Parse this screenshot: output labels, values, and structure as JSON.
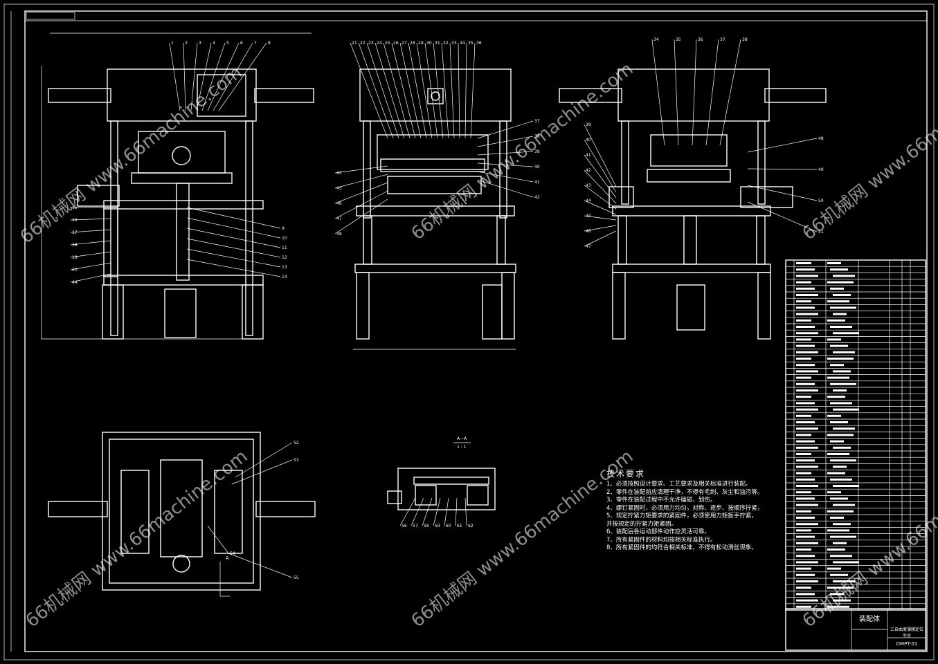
{
  "watermark": "66机械网 www.66machine.com",
  "section_label": "A—A",
  "section_scale": "1 : 1",
  "section_marker": "A",
  "tech_requirements": {
    "title": "技术要求",
    "items": [
      "1、必须按照设计要求、工艺要求及相关标准进行装配。",
      "2、零件在装配前应清理干净，不得有毛刺、灰尘和油污等。",
      "3、零件在装配过程中不允许磕碰、划伤。",
      "4、螺钉紧固时，必须用力均匀，对称、逐步、按顺序拧紧，",
      "5、规定拧紧力矩要求的紧固件，必须使用力矩扳手拧紧，",
      "并按规定的拧紧力矩紧固。",
      "6、装配后各运动部件动作应灵活可靠。",
      "7、所有紧固件的材料均按相关标准执行。",
      "8、所有紧固件的均符合相关标准，不得有松动滑丝现象。"
    ]
  },
  "title_block": {
    "name": "装配体",
    "company": "三自由度薄膜定位平台",
    "drawing_no": "DMPT-01"
  },
  "callouts": {
    "front": [
      "1",
      "2",
      "3",
      "4",
      "5",
      "6",
      "7",
      "8",
      "9",
      "10",
      "11",
      "12",
      "13",
      "14",
      "15",
      "16",
      "17",
      "18",
      "19",
      "20",
      "44"
    ],
    "side": [
      "21",
      "22",
      "23",
      "24",
      "25",
      "26",
      "27",
      "28",
      "29",
      "30",
      "31",
      "32",
      "33",
      "34",
      "35",
      "36",
      "37",
      "38",
      "39",
      "40",
      "41",
      "42",
      "43",
      "45",
      "46",
      "47",
      "48"
    ],
    "right": [
      "34",
      "35",
      "36",
      "37",
      "38",
      "39",
      "40",
      "41",
      "42",
      "43",
      "44",
      "45",
      "46",
      "47",
      "48",
      "49",
      "50",
      "51"
    ],
    "top": [
      "52",
      "53",
      "54",
      "55"
    ],
    "section": [
      "56",
      "57",
      "58",
      "59",
      "60",
      "61",
      "62"
    ]
  }
}
